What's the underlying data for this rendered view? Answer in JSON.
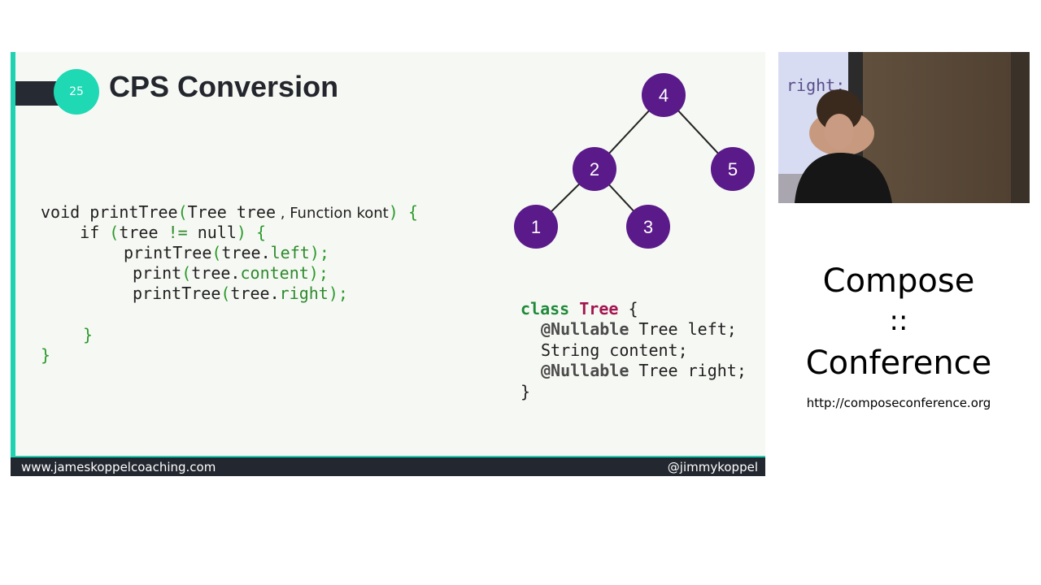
{
  "slide": {
    "number": "25",
    "title": "CPS Conversion",
    "footer_left": "www.jameskoppelcoaching.com",
    "footer_right": "@jimmykoppel",
    "colors": {
      "accent": "#1ed2b2",
      "node": "#5a1a8a",
      "footer_bg": "#23272f"
    }
  },
  "code": {
    "l1": {
      "a": "void ",
      "b": "printTree",
      "c": "(",
      "d": "Tree tree",
      "e": " , ",
      "f": "Function kont",
      "g": ") {"
    },
    "l2": {
      "a": "    if ",
      "b": "(",
      "c": "tree ",
      "d": "!=",
      "e": " null",
      "f": ") {"
    },
    "l3": {
      "a": "printTree",
      "b": "(",
      "c": "tree.",
      "d": "left",
      "e": ");"
    },
    "l4": {
      "a": "print",
      "b": "(",
      "c": "tree.",
      "d": "content",
      "e": ");"
    },
    "l5": {
      "a": "printTree",
      "b": "(",
      "c": "tree.",
      "d": "right",
      "e": ");"
    },
    "l6": "}",
    "l7": "}"
  },
  "class_code": {
    "kw": "class ",
    "name": "Tree",
    "open": " {",
    "l2a": "@Nullable",
    "l2b": " Tree left;",
    "l3": "String content;",
    "l4a": "@Nullable",
    "l4b": " Tree right;",
    "close": "}"
  },
  "tree": {
    "nodes": [
      "4",
      "2",
      "5",
      "1",
      "3"
    ]
  },
  "webcam": {
    "screen_text": "right:"
  },
  "brand": {
    "line1": "Compose",
    "line2": "::",
    "line3": "Conference",
    "url": "http://composeconference.org"
  }
}
